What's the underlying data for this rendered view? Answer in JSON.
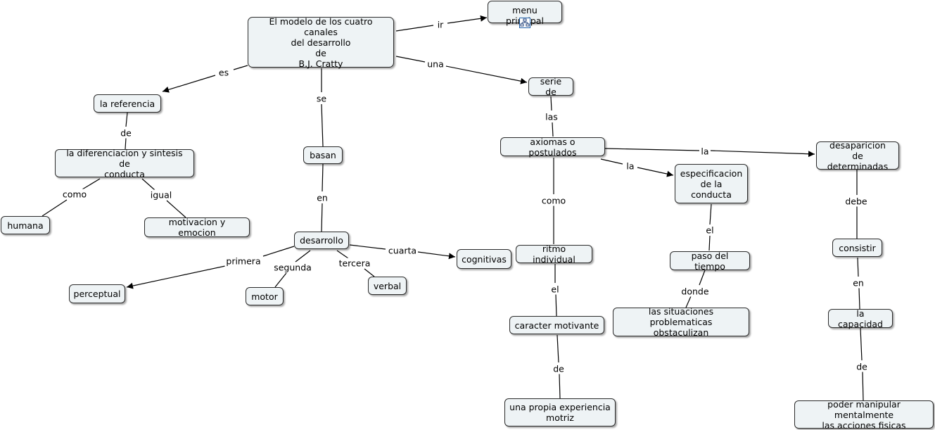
{
  "nodes": {
    "root": "El modelo de los cuatro canales\ndel desarrollo\nde\nB.J. Cratty",
    "menu": "menu principal",
    "referencia": "la referencia",
    "diferenciacion": "la diferenciacion y sintesis de\nconducta",
    "humana": "humana",
    "motivacion": "motivacion y emocion",
    "basan": "basan",
    "desarrollo": "desarrollo",
    "perceptual": "perceptual",
    "motor": "motor",
    "verbal": "verbal",
    "cognitivas": "cognitivas",
    "serie": "serie de",
    "axiomas": "axiomas o postulados",
    "ritmo": "ritmo individual",
    "caracter": "caracter motivante",
    "experiencia": "una propia experiencia\nmotriz",
    "especificacion": "especificacion\nde la\nconducta",
    "paso": "paso del tiempo",
    "situaciones": "las situaciones problematicas\nobstaculizan",
    "desaparicion": "desaparicion\nde determinadas",
    "consistir": "consistir",
    "capacidad": "la capacidad",
    "poder": "poder manipular mentalmente\nlas acciones fisicas"
  },
  "links": {
    "ir": "ir",
    "es": "es",
    "se": "se",
    "una": "una",
    "de1": "de",
    "como1": "como",
    "igual": "igual",
    "en1": "en",
    "primera": "primera",
    "segunda": "segunda",
    "tercera": "tercera",
    "cuarta": "cuarta",
    "las": "las",
    "como2": "como",
    "el1": "el",
    "de2": "de",
    "la1": "la",
    "la2": "la",
    "el2": "el",
    "donde": "donde",
    "debe": "debe",
    "en2": "en",
    "de3": "de"
  },
  "colors": {
    "node_fill": "#eef3f5",
    "node_border": "#2b2b2b",
    "line": "#000000",
    "icon_accent": "#1f5fa8"
  },
  "icons": {
    "menu_link": "concept-map-icon"
  }
}
